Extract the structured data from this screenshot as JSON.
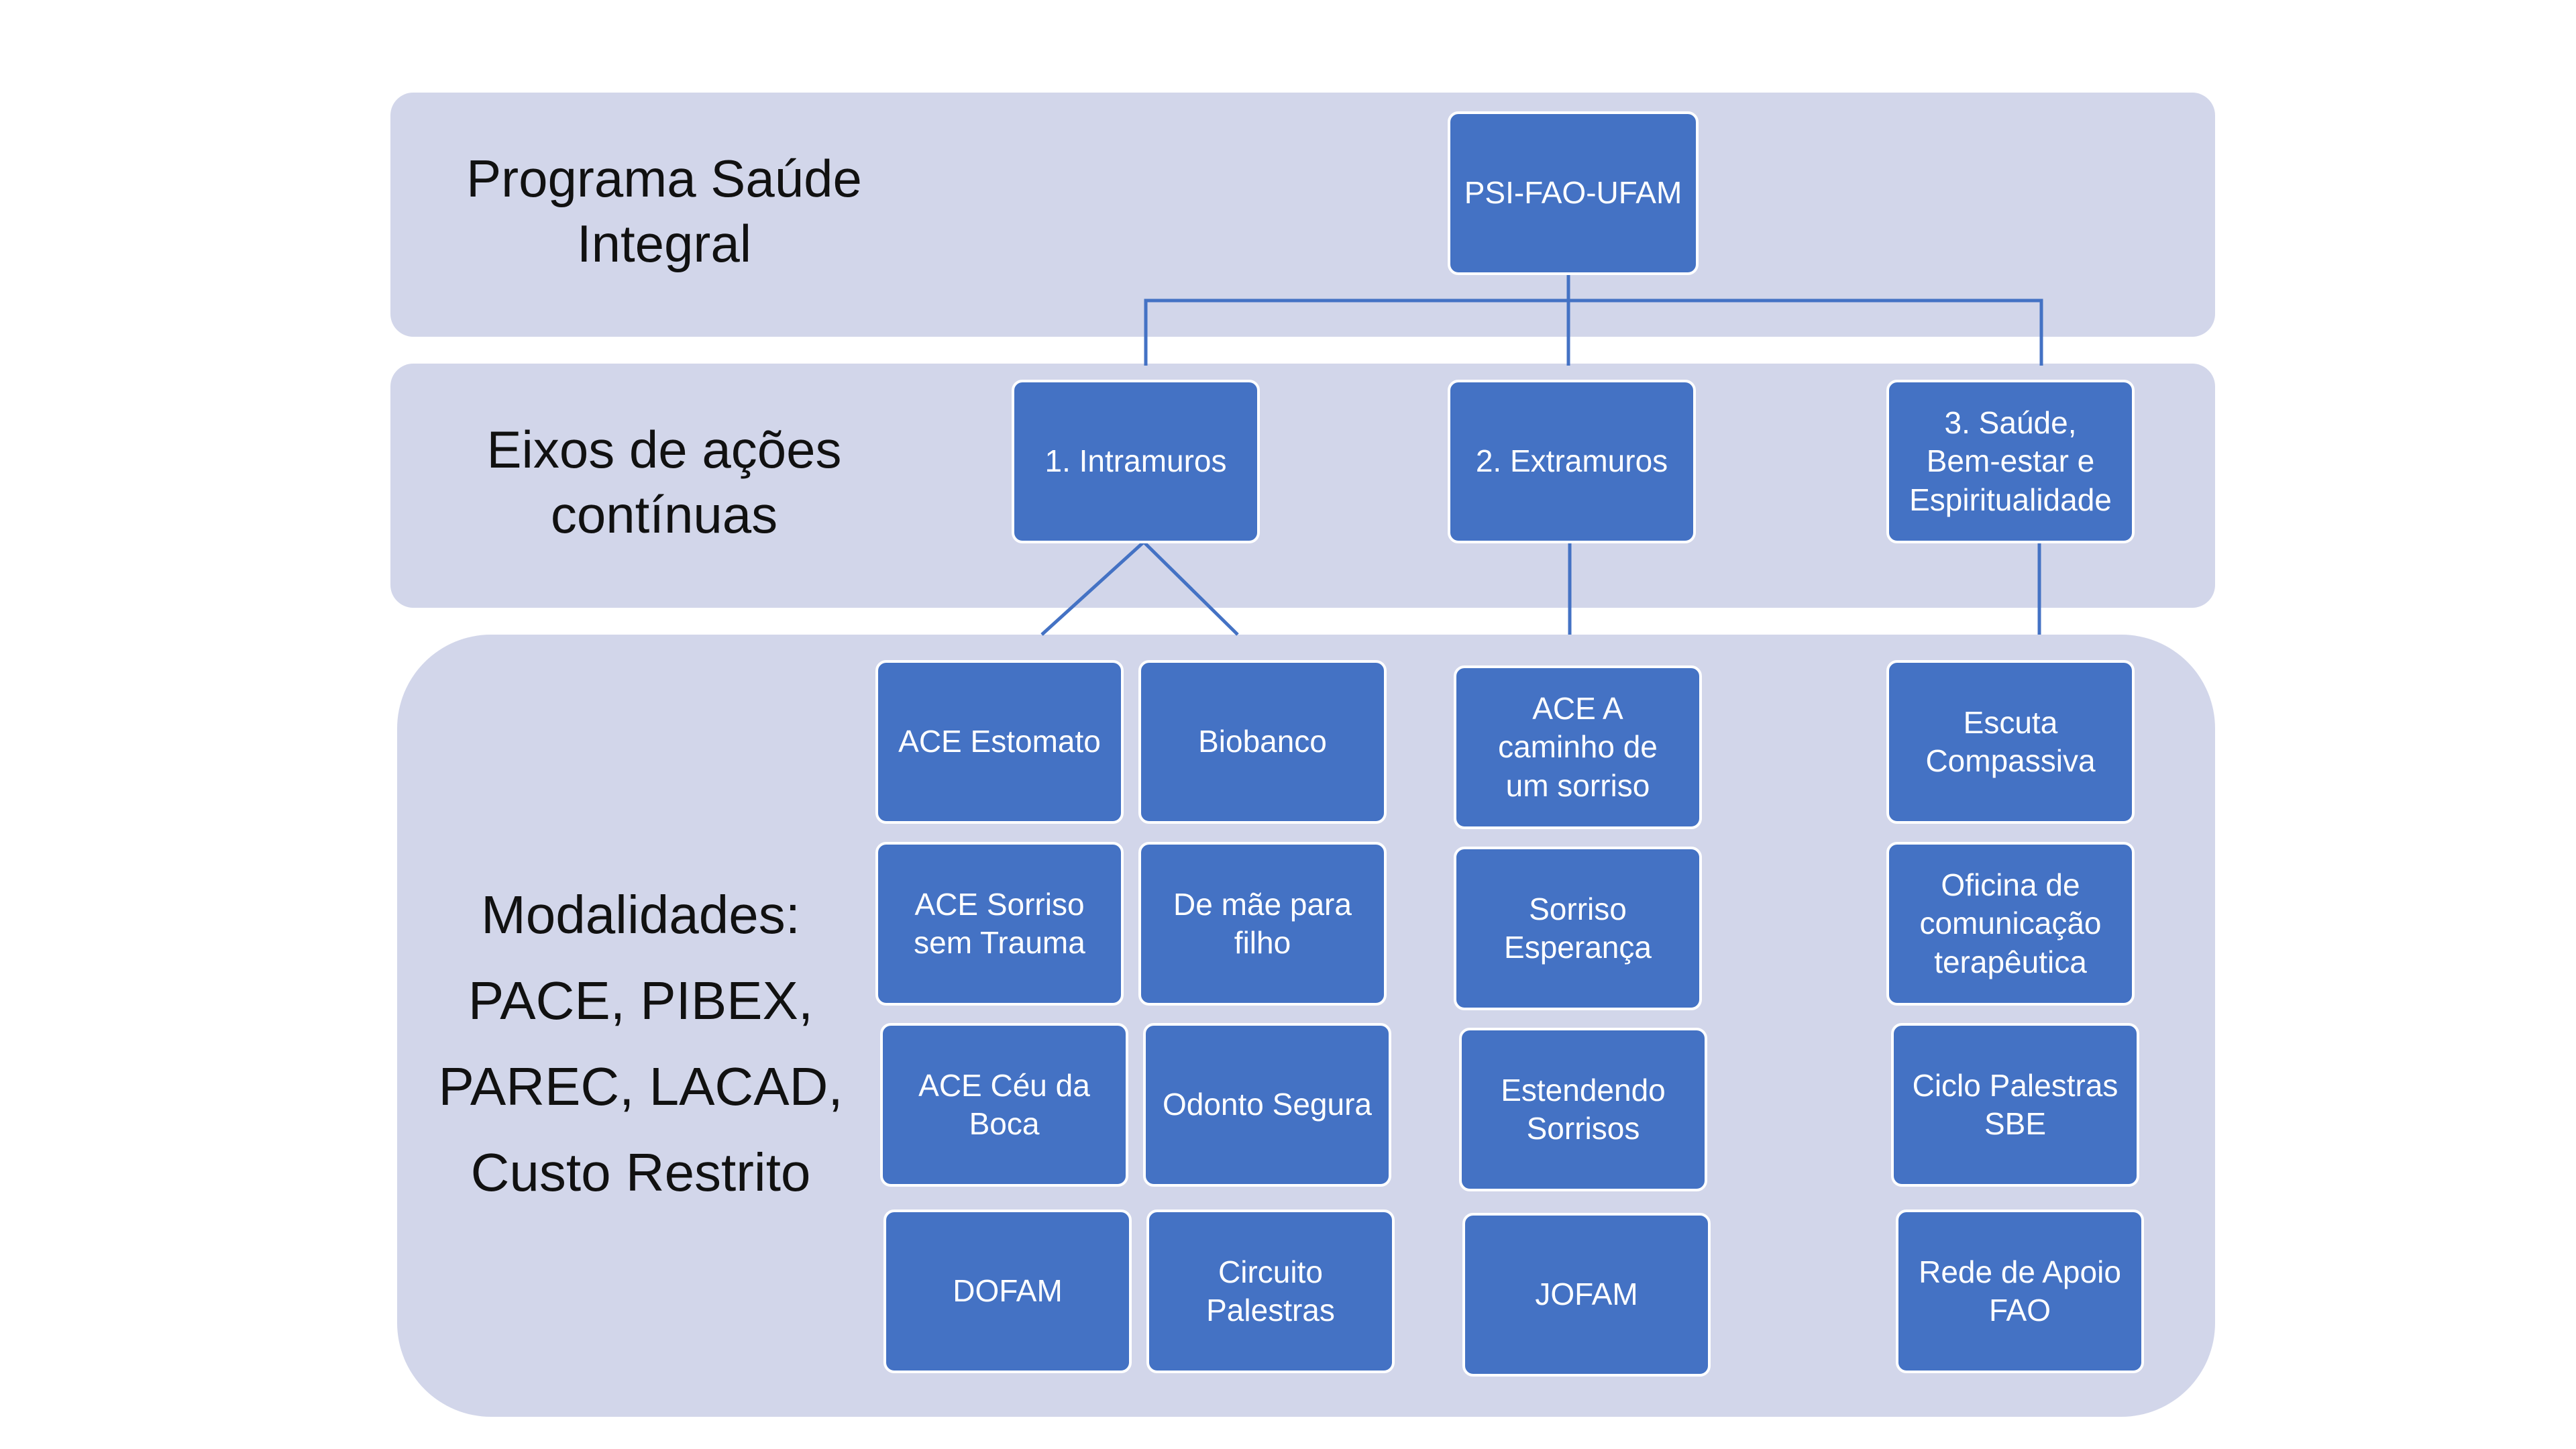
{
  "band_labels": {
    "top": "Programa Saúde\nIntegral",
    "middle": "Eixos de ações\ncontínuas",
    "bottom": [
      "Modalidades:",
      "PACE, PIBEX,",
      "PAREC, LACAD,",
      "Custo Restrito"
    ]
  },
  "root": "PSI-FAO-UFAM",
  "axes": [
    "1. Intramuros",
    "2. Extramuros",
    "3. Saúde,\nBem-estar e\nEspiritualidade"
  ],
  "modalities": {
    "intramuros": [
      "ACE Estomato",
      "Biobanco",
      "ACE Sorriso\nsem Trauma",
      "De mãe para\nfilho",
      "ACE Céu da\nBoca",
      "Odonto Segura",
      "DOFAM",
      "Circuito\nPalestras"
    ],
    "extramuros": [
      "ACE A\ncaminho de\num sorriso",
      "Sorriso\nEsperança",
      "Estendendo\nSorrisos",
      "JOFAM"
    ],
    "saude": [
      "Escuta\nCompassiva",
      "Oficina de\ncomunicação\nterapêutica",
      "Ciclo Palestras\nSBE",
      "Rede de Apoio\nFAO"
    ]
  },
  "colors": {
    "band": "#d2d6ea",
    "node": "#4472c4",
    "connector": "#4472c4",
    "label_text": "#111111",
    "node_text": "#ffffff"
  }
}
